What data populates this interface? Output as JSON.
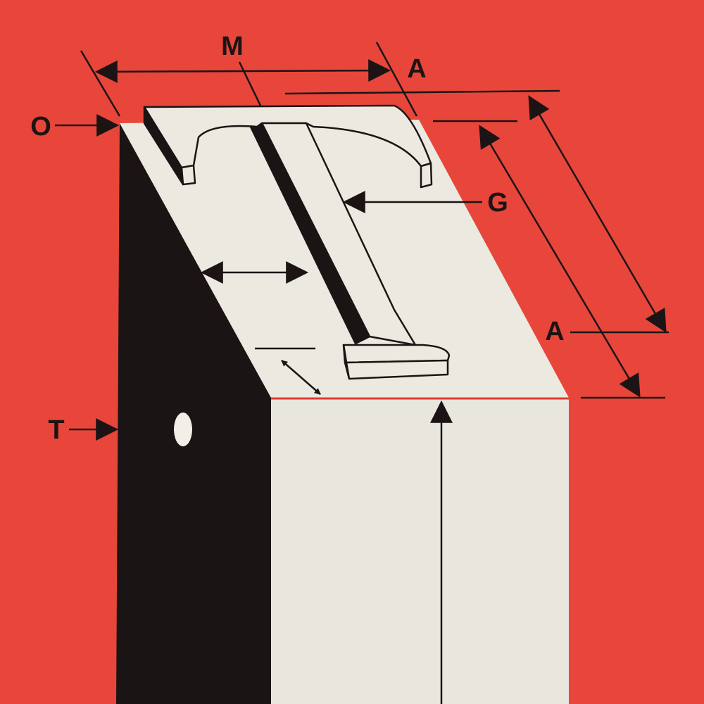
{
  "labels": {
    "top_dimension": "M",
    "top_right": "A",
    "left_top": "O",
    "letter_pointer": "G",
    "right_middle": "A",
    "left_side": "T"
  },
  "colors": {
    "background": "#e8463a",
    "side_face": "#1a1414",
    "top_face": "#ece9e1",
    "front_face": "#e9e6de",
    "ink": "#1c1414",
    "edge_line": "#e23a30"
  }
}
